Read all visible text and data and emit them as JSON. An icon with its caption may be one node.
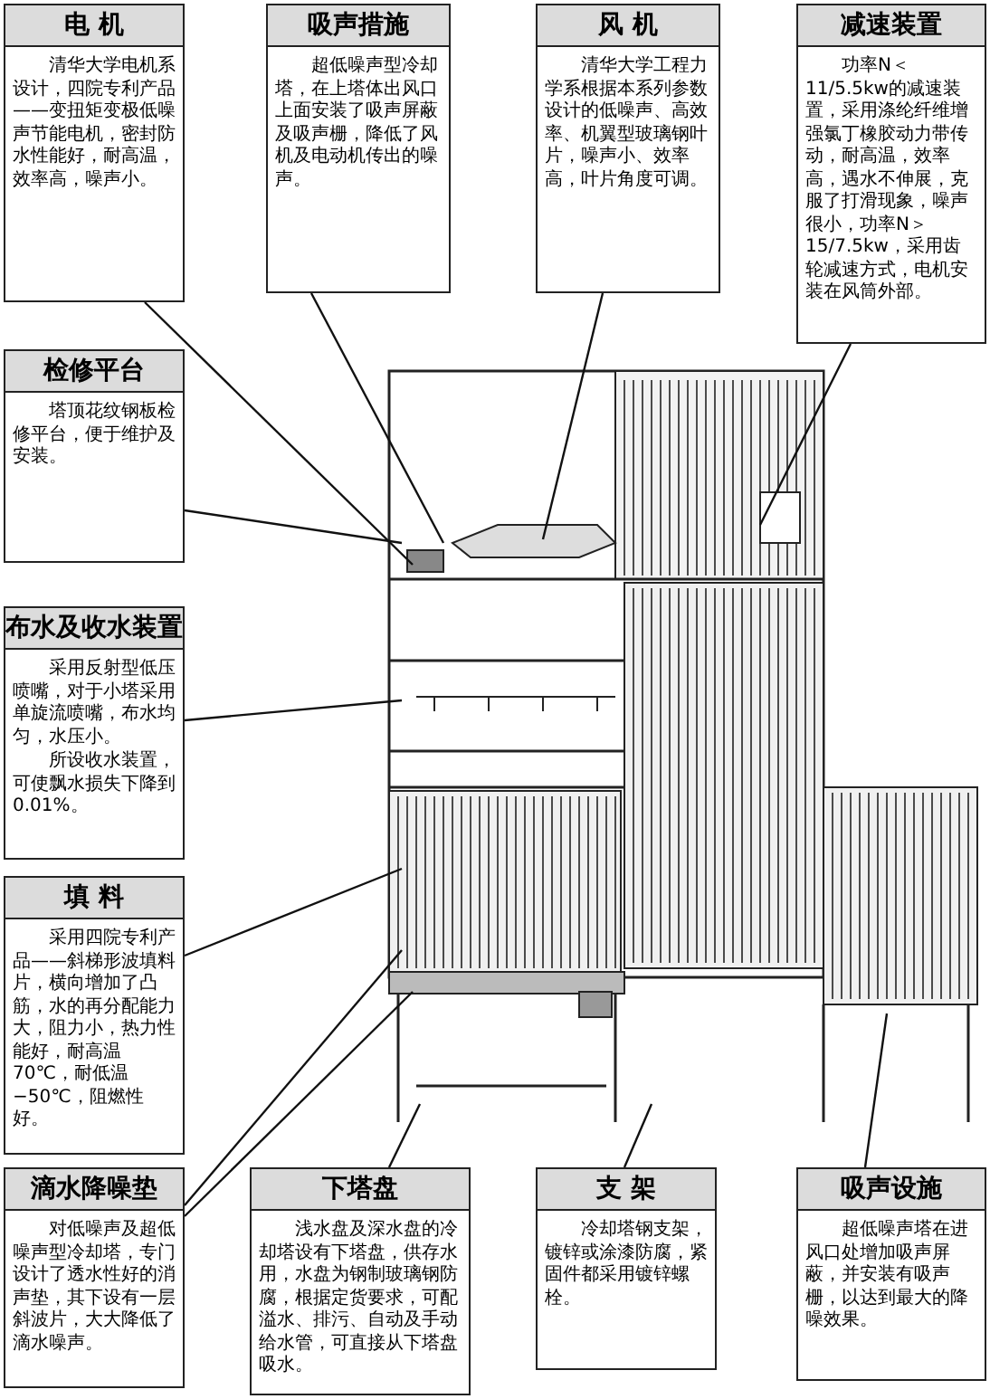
{
  "diagram": {
    "nodes": [
      {
        "text": [
          "电 机",
          "清华大学电机系设计，四院专利产品——变扭矩变极低噪声节能电机，密封防水性能好，耐高温，效率高，噪声小。"
        ]
      },
      {
        "text": [
          "吸声措施",
          "超低噪声型冷却塔，在上塔体出风口上面安装了吸声屏蔽及吸声栅，降低了风机及电动机传出的噪声。"
        ]
      },
      {
        "text": [
          "风 机",
          "清华大学工程力学系根据本系列参数设计的低噪声、高效率、机翼型玻璃钢叶片，噪声小、效率高，叶片角度可调。"
        ]
      },
      {
        "text": [
          "减速装置",
          "功率N＜11/5.5kw的减速装置，采用涤纶纤维增强氯丁橡胶动力带传动，耐高温，效率高，遇水不伸展，克服了打滑现象，噪声很小，功率N＞15/7.5kw，采用齿轮减速方式，电机安装在风筒外部。"
        ]
      },
      {
        "text": [
          "检修平台",
          "塔顶花纹钢板检修平台，便于维护及安装。"
        ]
      },
      {
        "text": [
          "布水及收水装置",
          "采用反射型低压喷嘴，对于小塔采用单旋流喷嘴，布水均匀，水压小。",
          "所设收水装置，可使飘水损失下降到0.01%。"
        ]
      },
      {
        "text": [
          "填 料",
          "采用四院专利产品——斜梯形波填料片，横向增加了凸筋，水的再分配能力大，阻力小，热力性能好，耐高温70℃，耐低温−50℃，阻燃性好。"
        ]
      },
      {
        "text": [
          "滴水降噪垫",
          "对低噪声及超低噪声型冷却塔，专门设计了透水性好的消声垫，其下设有一层斜波片，大大降低了滴水噪声。"
        ]
      },
      {
        "text": [
          "下塔盘",
          "浅水盘及深水盘的冷却塔设有下塔盘，供存水用，水盘为钢制玻璃钢防腐，根据定货要求，可配溢水、排污、自动及手动给水管，可直接从下塔盘吸水。"
        ]
      },
      {
        "text": [
          "支 架",
          "冷却塔钢支架，镀锌或涂漆防腐，紧固件都采用镀锌螺栓。"
        ]
      },
      {
        "text": [
          "吸声设施",
          "超低噪声塔在进风口处增加吸声屏蔽，并安装有吸声栅，以达到最大的降噪效果。"
        ]
      }
    ],
    "edges": [
      {
        "from": 0,
        "to": null,
        "arrow": "none"
      },
      {
        "from": 1,
        "to": null,
        "arrow": "none"
      },
      {
        "from": 2,
        "to": null,
        "arrow": "none"
      },
      {
        "from": 3,
        "to": null,
        "arrow": "none"
      },
      {
        "from": 4,
        "to": null,
        "arrow": "none"
      },
      {
        "from": 5,
        "to": null,
        "arrow": "none"
      },
      {
        "from": 6,
        "to": null,
        "arrow": "none"
      },
      {
        "from": 7,
        "to": null,
        "arrow": "none"
      },
      {
        "from": 7,
        "to": null,
        "arrow": "none"
      },
      {
        "from": 8,
        "to": null,
        "arrow": "none"
      },
      {
        "from": 9,
        "to": null,
        "arrow": "none"
      },
      {
        "from": 10,
        "to": null,
        "arrow": "none"
      }
    ]
  }
}
